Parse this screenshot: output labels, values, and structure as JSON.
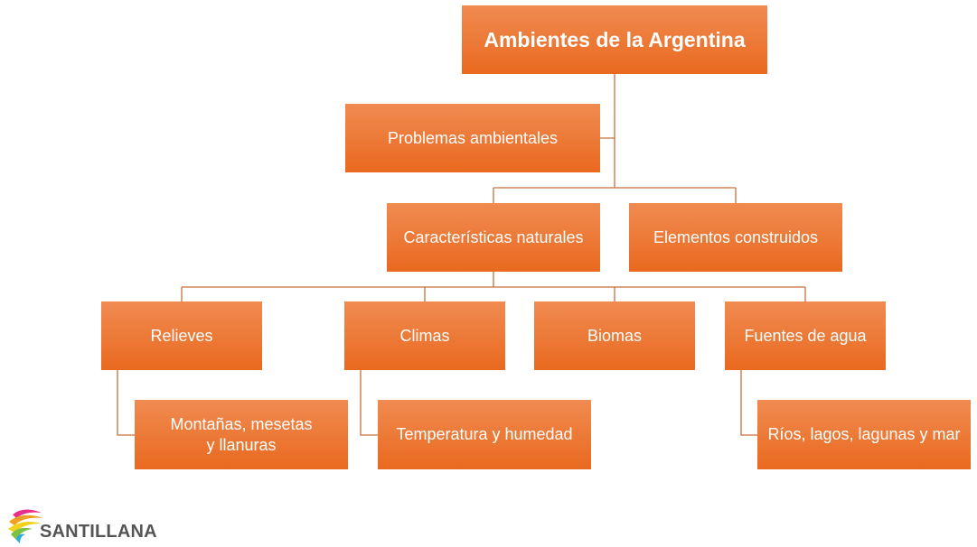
{
  "diagram": {
    "root": "Ambientes de la Argentina",
    "problemas": "Problemas ambientales",
    "caracteristicas": "Características naturales",
    "elementos": "Elementos construidos",
    "relieves": "Relieves",
    "climas": "Climas",
    "biomas": "Biomas",
    "fuentes": "Fuentes de agua",
    "montanas_1": "Montañas, mesetas",
    "montanas_2": "y llanuras",
    "temperatura": "Temperatura y humedad",
    "rios": "Ríos, lagos, lagunas y mar"
  },
  "logo": {
    "text": "SANTILLANA"
  },
  "colors": {
    "box_top": "#f08b51",
    "box_bottom": "#e9691f",
    "connector": "#c8703a"
  }
}
